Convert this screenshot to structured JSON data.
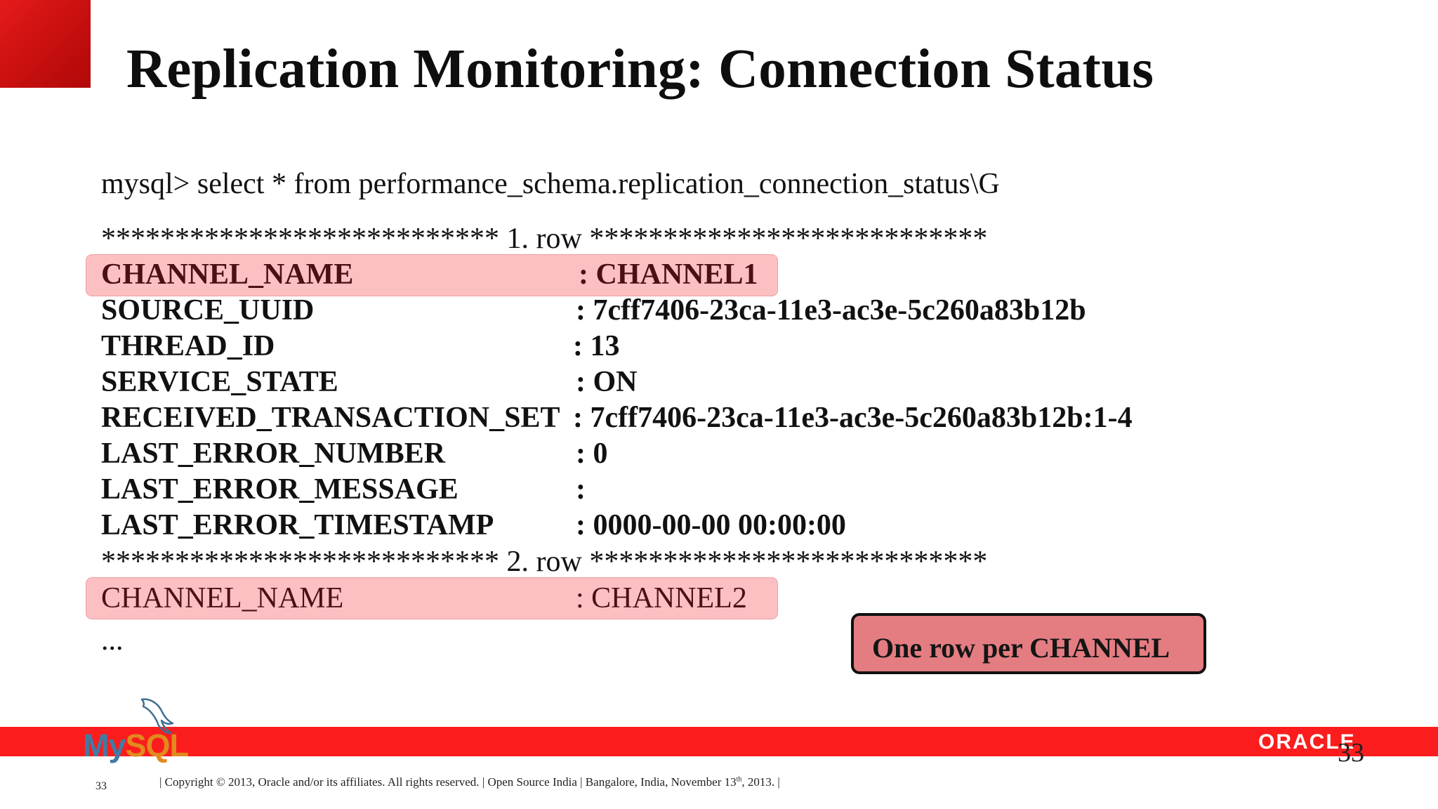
{
  "slide": {
    "title": "Replication Monitoring: Connection Status",
    "query": "mysql> select * from  performance_schema.replication_connection_status\\G",
    "separator1": "*************************** 1. row ***************************",
    "rows1": [
      {
        "key": "CHANNEL_NAME",
        "value": ": CHANNEL1"
      },
      {
        "key": "SOURCE_UUID",
        "value": ": 7cff7406-23ca-11e3-ac3e-5c260a83b12b"
      },
      {
        "key": "THREAD_ID",
        "value": ": 13"
      },
      {
        "key": "SERVICE_STATE",
        "value": ": ON"
      },
      {
        "key": "RECEIVED_TRANSACTION_SET",
        "value": ": 7cff7406-23ca-11e3-ac3e-5c260a83b12b:1-4"
      },
      {
        "key": "LAST_ERROR_NUMBER",
        "value": ": 0"
      },
      {
        "key": "LAST_ERROR_MESSAGE",
        "value": ":"
      },
      {
        "key": "LAST_ERROR_TIMESTAMP",
        "value": ": 0000-00-00 00:00:00"
      }
    ],
    "separator2": "*************************** 2. row ***************************",
    "row2": {
      "key": "CHANNEL_NAME",
      "value": ": CHANNEL2"
    },
    "ellipsis": "...",
    "callout": "One row per CHANNEL",
    "colors": {
      "brand_red": "#fb1d1d",
      "highlight": "#fcc0c3",
      "callout": "#e47d82"
    }
  },
  "footer": {
    "mysql_logo_my": "My",
    "mysql_logo_sql": "SQL",
    "oracle_logo": "ORACLE",
    "page_number": "33",
    "page_number_small": "33",
    "copyright_before": "| Copyright © 2013, Oracle and/or its affiliates. All rights reserved. | Open Source India | Bangalore, India, November 13",
    "copyright_sup": "th",
    "copyright_after": ", 2013. |",
    "icons": [
      "dolphin-icon"
    ]
  }
}
